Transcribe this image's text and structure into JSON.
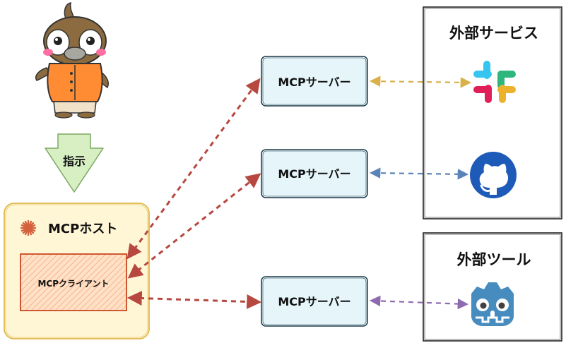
{
  "instruction_label": "指示",
  "host": {
    "title": "MCPホスト",
    "client_label": "MCPクライアント"
  },
  "servers": [
    {
      "label": "MCPサーバー"
    },
    {
      "label": "MCPサーバー"
    },
    {
      "label": "MCPサーバー"
    }
  ],
  "external_services": {
    "title": "外部サービス",
    "icons": [
      "slack-icon",
      "github-icon"
    ]
  },
  "external_tools": {
    "title": "外部ツール",
    "icons": [
      "godot-icon"
    ]
  },
  "colors": {
    "host_fill": "#fff6d6",
    "host_border": "#e0b84a",
    "client_fill": "#ffcfb8",
    "client_border": "#c8471f",
    "server_fill": "#e6f5f9",
    "server_border": "#1b3a48",
    "arrow_host_server": "#b6483f",
    "arrow_slack": "#d9b04a",
    "arrow_github": "#5a83b8",
    "arrow_godot": "#8e6bb0",
    "instruction_arrow": "#d8efc4"
  }
}
